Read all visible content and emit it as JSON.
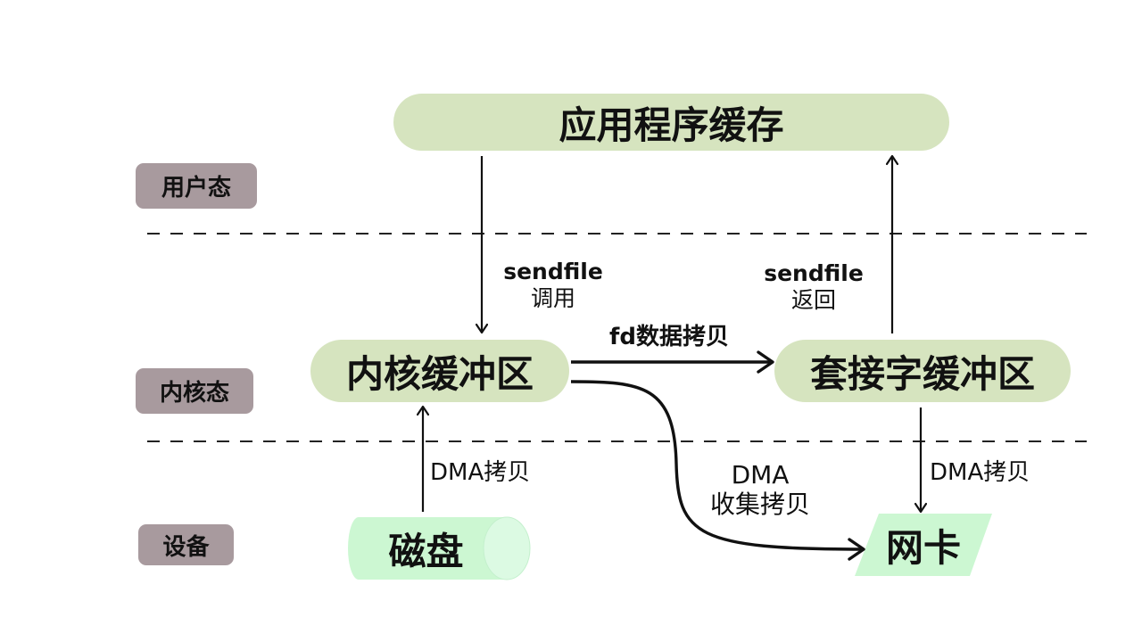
{
  "layers": {
    "user": "用户态",
    "kernel": "内核态",
    "device": "设备"
  },
  "nodes": {
    "app_buffer": "应用程序缓存",
    "kernel_buffer": "内核缓冲区",
    "socket_buffer": "套接字缓冲区",
    "disk": "磁盘",
    "nic": "网卡"
  },
  "edges": {
    "sendfile_call": [
      "sendfile",
      "调用"
    ],
    "sendfile_return": [
      "sendfile",
      "返回"
    ],
    "fd_copy": "fd数据拷贝",
    "disk_dma": "DMA拷贝",
    "dma_gather": [
      "DMA",
      "收集拷贝"
    ],
    "nic_dma": "DMA拷贝"
  },
  "colors": {
    "node_fill": "#d6e4bf",
    "device_fill": "#ccf7d2",
    "badge_fill": "#a89a9e",
    "line": "#111111"
  }
}
